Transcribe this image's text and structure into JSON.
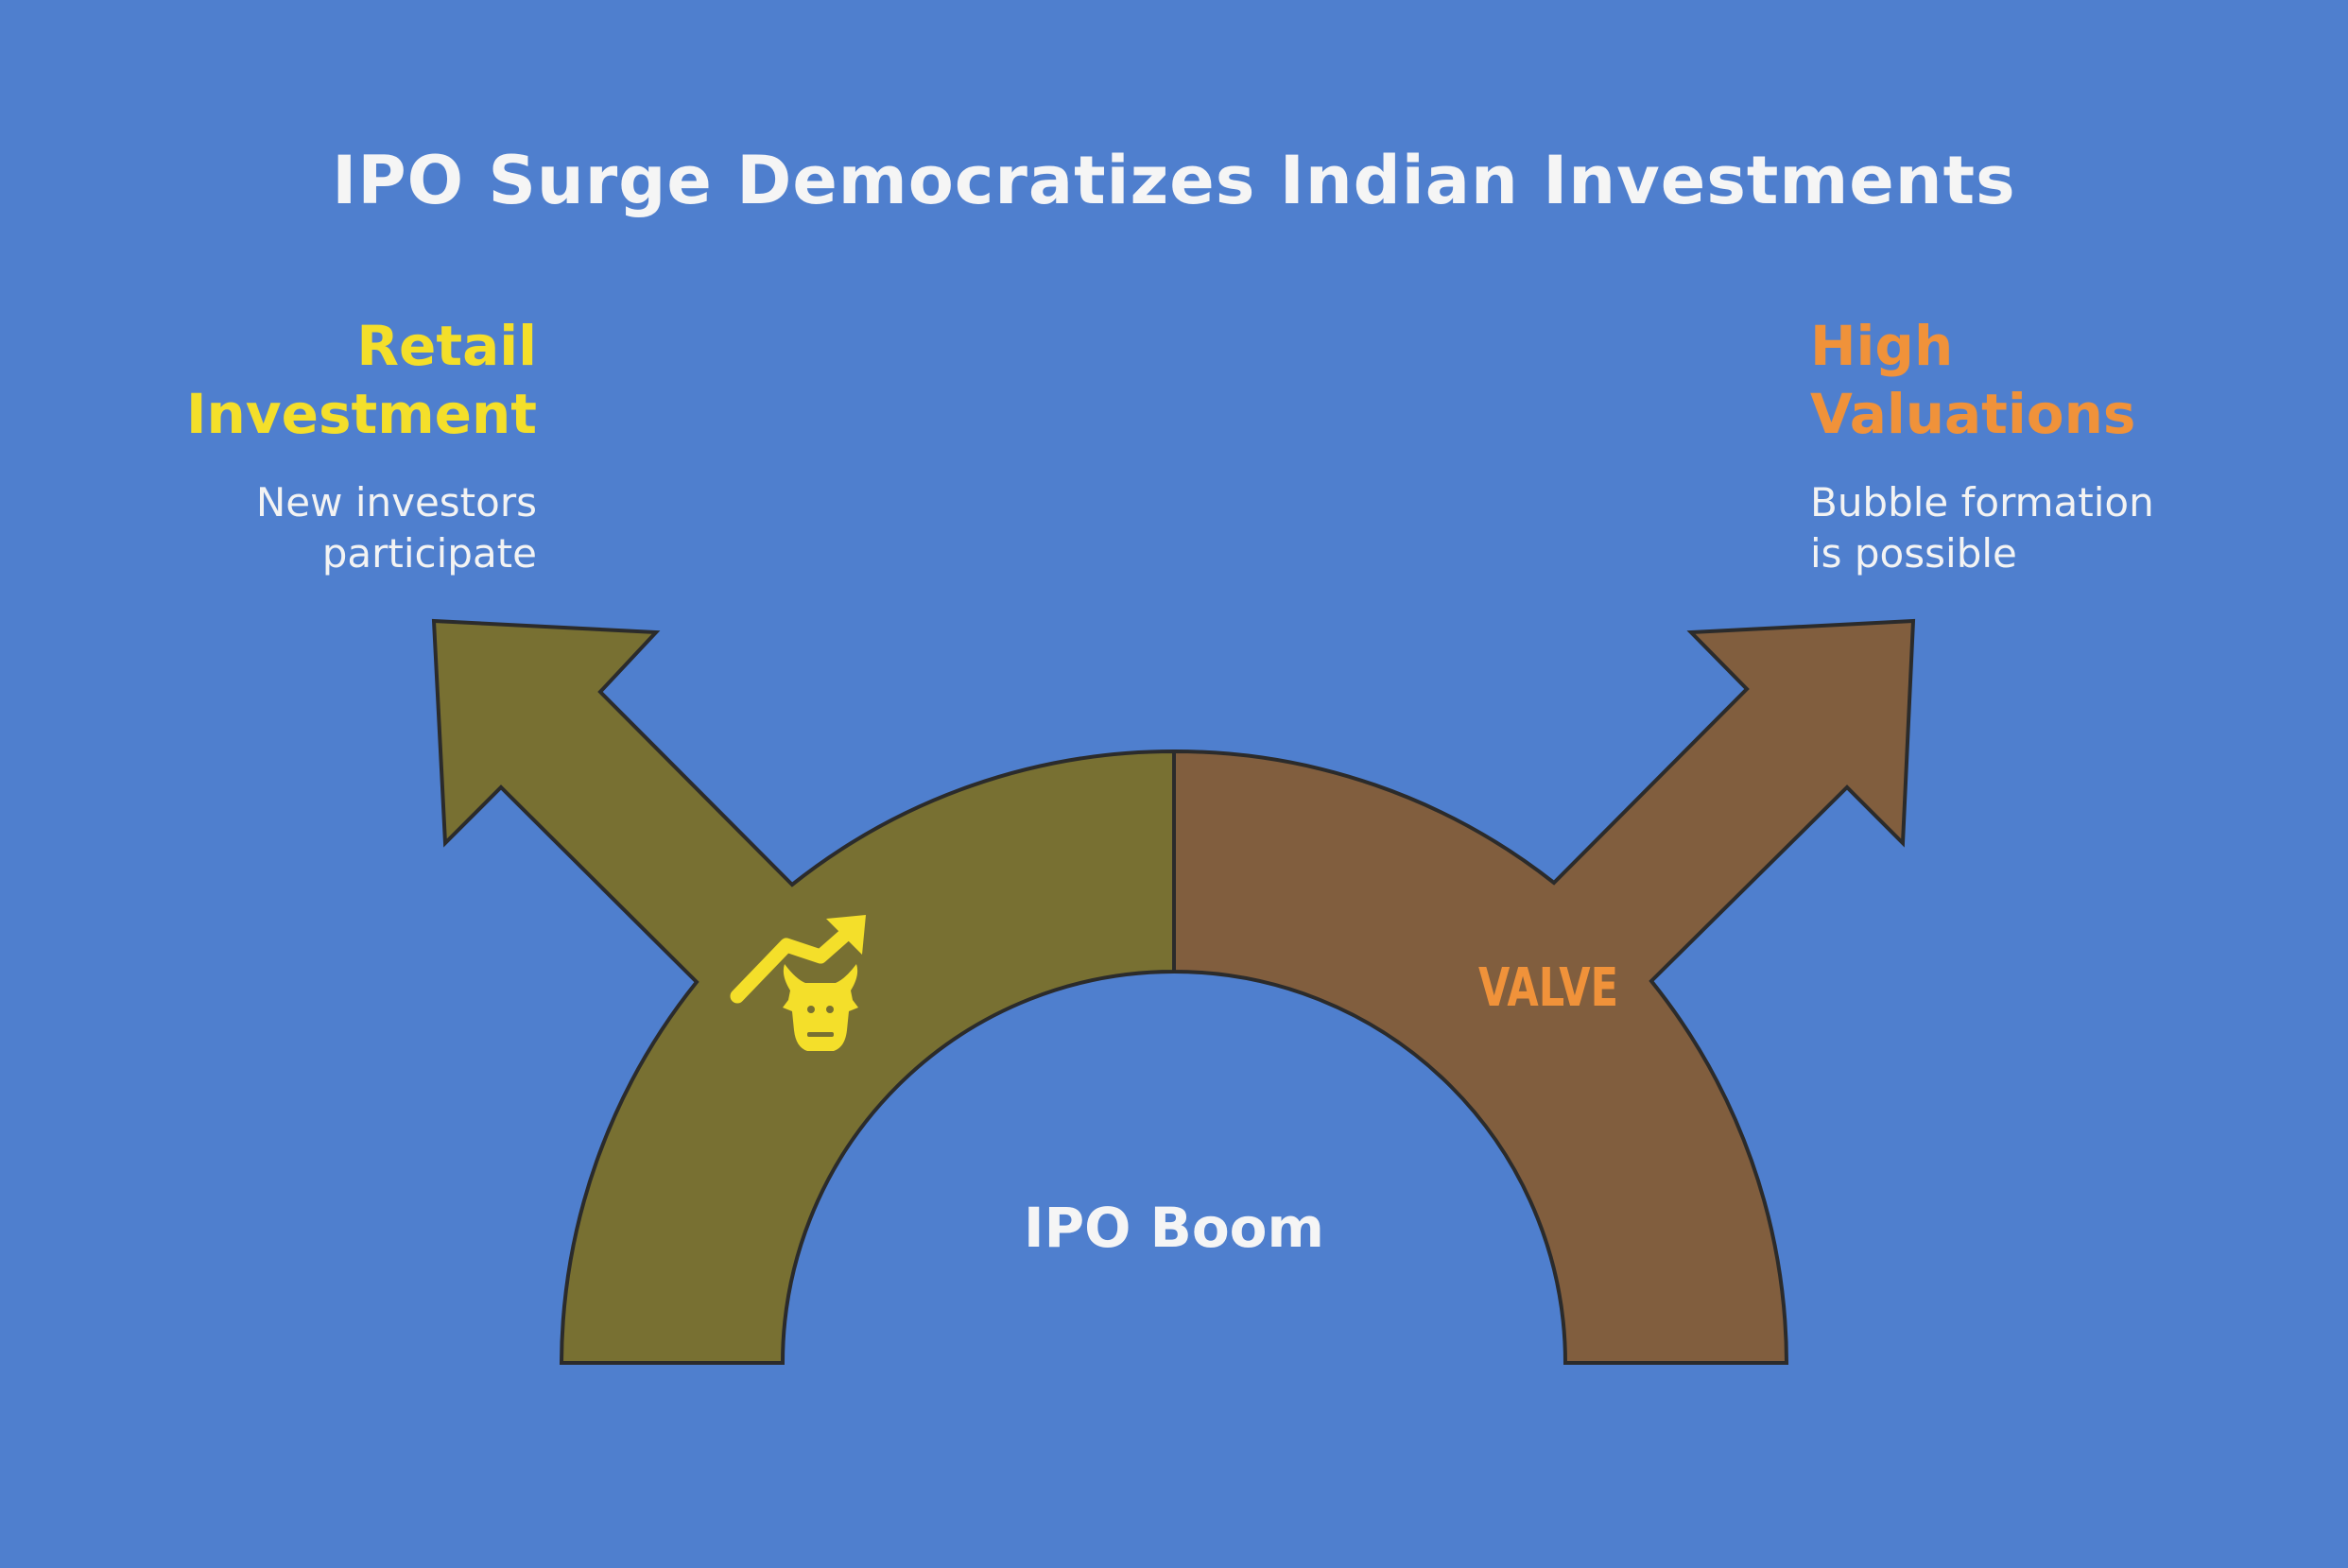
{
  "title": "IPO Surge Democratizes Indian Investments",
  "center": {
    "label": "IPO Boom"
  },
  "left_branch": {
    "title_lines": [
      "Retail",
      "Investment"
    ],
    "description_lines": [
      "New investors",
      "participate"
    ],
    "color": "#f4df2a",
    "fill_color": "#787032",
    "icon": "bull-trending-up-icon"
  },
  "right_branch": {
    "title_lines": [
      "High",
      "Valuations"
    ],
    "description_lines": [
      "Bubble formation",
      "is possible"
    ],
    "color": "#f0923a",
    "fill_color": "#815e3e",
    "icon_text": "VALVE"
  },
  "colors": {
    "background": "#4f7fce",
    "outline": "#2b2b2b",
    "text": "#f5f5f5"
  }
}
